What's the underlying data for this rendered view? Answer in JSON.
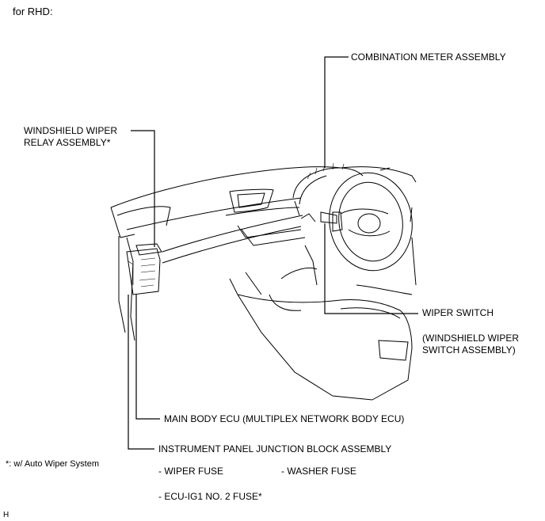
{
  "header": {
    "title": "for RHD:"
  },
  "callouts": {
    "combination_meter": "COMBINATION METER ASSEMBLY",
    "wiper_relay_line1": "WINDSHIELD WIPER",
    "wiper_relay_line2": "RELAY ASSEMBLY*",
    "wiper_switch": "WIPER SWITCH",
    "wiper_switch_sub1": "(WINDSHIELD WIPER",
    "wiper_switch_sub2": "SWITCH ASSEMBLY)",
    "main_body_ecu": "MAIN BODY ECU (MULTIPLEX NETWORK BODY ECU)",
    "junction_block": "INSTRUMENT PANEL JUNCTION BLOCK ASSEMBLY"
  },
  "fuses": {
    "wiper_fuse": "- WIPER FUSE",
    "washer_fuse": "- WASHER FUSE",
    "ecu_ig1_fuse": "- ECU-IG1 NO. 2 FUSE*"
  },
  "footnote": "*: w/ Auto Wiper System",
  "corner_code": "H"
}
